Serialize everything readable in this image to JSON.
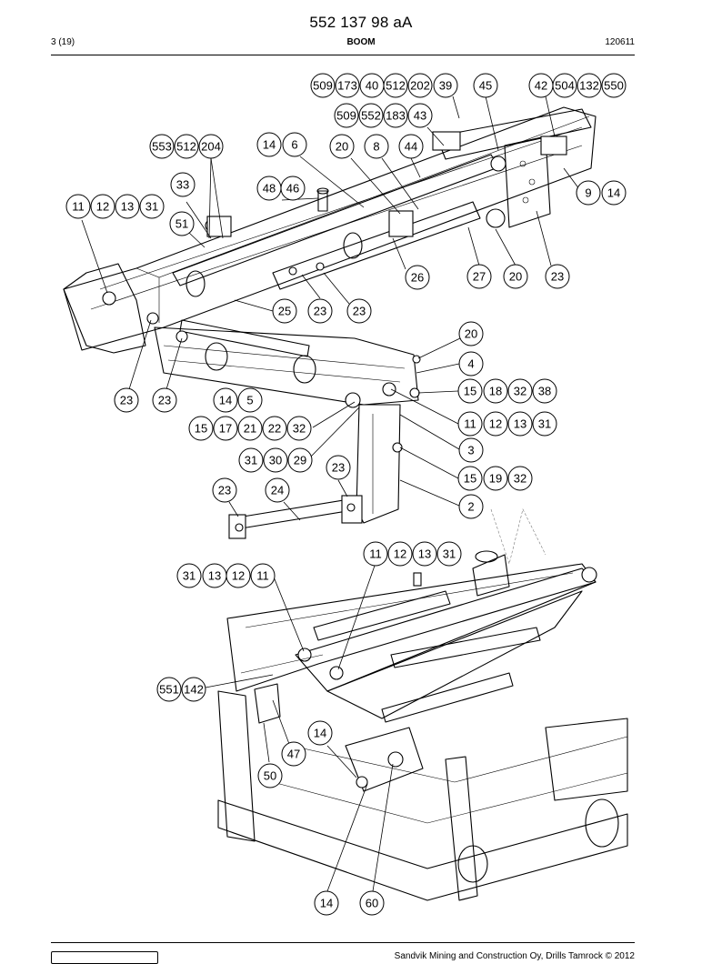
{
  "header": {
    "document_number": "552 137 98 aA",
    "page": "3 (19)",
    "section": "BOOM",
    "date_code": "120611"
  },
  "footer": {
    "copyright": "Sandvik Mining and Construction Oy, Drills Tamrock © 2012"
  },
  "callouts": [
    "509",
    "173",
    "40",
    "512",
    "202",
    "39",
    "45",
    "42",
    "504",
    "132",
    "550",
    "509",
    "552",
    "183",
    "43",
    "553",
    "512",
    "204",
    "14",
    "6",
    "20",
    "8",
    "44",
    "33",
    "48",
    "46",
    "9",
    "14",
    "11",
    "12",
    "13",
    "31",
    "51",
    "26",
    "27",
    "20",
    "23",
    "25",
    "23",
    "23",
    "20",
    "4",
    "23",
    "23",
    "14",
    "5",
    "15",
    "18",
    "32",
    "38",
    "15",
    "17",
    "21",
    "22",
    "32",
    "11",
    "12",
    "13",
    "31",
    "31",
    "30",
    "29",
    "3",
    "23",
    "15",
    "19",
    "32",
    "23",
    "24",
    "2",
    "11",
    "12",
    "13",
    "31",
    "31",
    "13",
    "12",
    "11",
    "551",
    "142",
    "14",
    "47",
    "50",
    "14",
    "60"
  ]
}
